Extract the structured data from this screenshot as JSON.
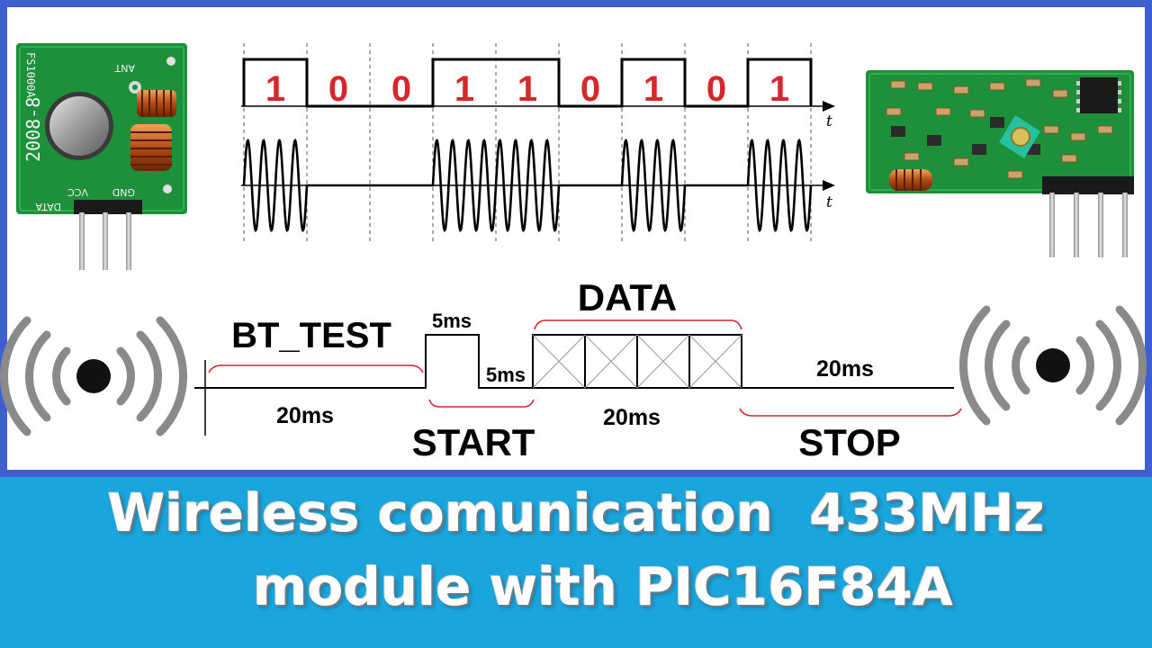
{
  "waveform": {
    "bits": [
      "1",
      "0",
      "0",
      "1",
      "1",
      "0",
      "1",
      "0",
      "1"
    ],
    "time_axis_label": "t"
  },
  "protocol": {
    "bt_test_label": "BT_TEST",
    "bt_test_duration": "20ms",
    "start_label": "START",
    "start_high_duration": "5ms",
    "start_low_duration": "5ms",
    "data_label": "DATA",
    "data_duration": "20ms",
    "stop_label": "STOP",
    "stop_duration": "20ms"
  },
  "transmitter": {
    "chip_text": "FS1000A",
    "date_text": "2008-8",
    "ant_label": "ANT",
    "vcc_label": "VCC",
    "gnd_label": "GND",
    "data_label": "DATA"
  },
  "colors": {
    "frame": "#3f5fd0",
    "banner": "#1aa5dc",
    "bit_text": "#d8262d",
    "brace": "#d8262d",
    "pcb": "#1e8f3a"
  },
  "banner": {
    "line1": "Wireless comunication  433MHz",
    "line2": "module with PIC16F84A"
  }
}
